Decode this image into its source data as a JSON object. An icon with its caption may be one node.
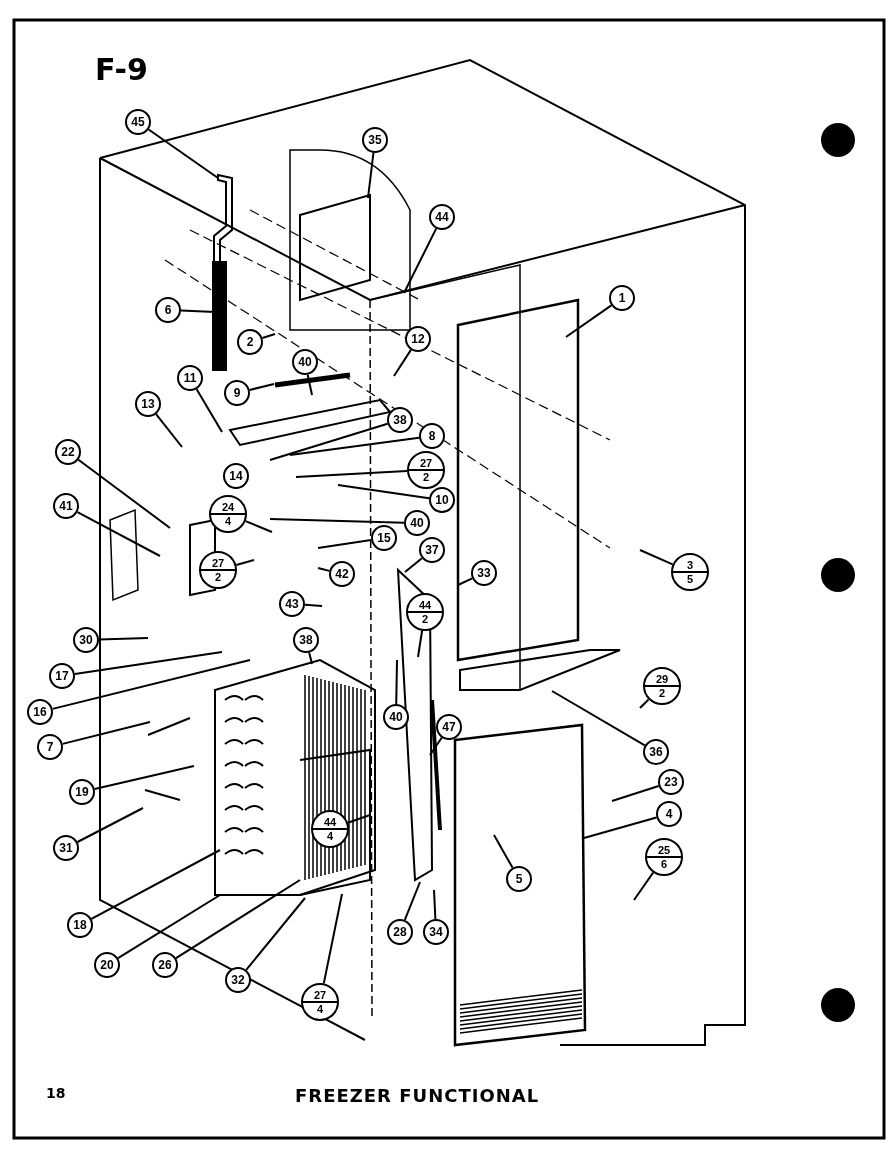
{
  "diagram": {
    "title": "F-9",
    "caption": "FREEZER FUNCTIONAL",
    "nodes": [
      {
        "text": [
          "45"
        ]
      },
      {
        "text": [
          "35"
        ]
      },
      {
        "text": [
          "44"
        ]
      },
      {
        "text": [
          "6"
        ]
      },
      {
        "text": [
          "1"
        ]
      },
      {
        "text": [
          "2"
        ]
      },
      {
        "text": [
          "40"
        ]
      },
      {
        "text": [
          "12"
        ]
      },
      {
        "text": [
          "9"
        ]
      },
      {
        "text": [
          "11"
        ]
      },
      {
        "text": [
          "13"
        ]
      },
      {
        "text": [
          "38"
        ]
      },
      {
        "text": [
          "8"
        ]
      },
      {
        "text": [
          "14"
        ]
      },
      {
        "text": [
          "27",
          "2"
        ]
      },
      {
        "text": [
          "10"
        ]
      },
      {
        "text": [
          "22"
        ]
      },
      {
        "text": [
          "41"
        ]
      },
      {
        "text": [
          "24",
          "4"
        ]
      },
      {
        "text": [
          "40"
        ]
      },
      {
        "text": [
          "15"
        ]
      },
      {
        "text": [
          "27",
          "2"
        ]
      },
      {
        "text": [
          "37"
        ]
      },
      {
        "text": [
          "33"
        ]
      },
      {
        "text": [
          "3",
          "5"
        ]
      },
      {
        "text": [
          "42"
        ]
      },
      {
        "text": [
          "43"
        ]
      },
      {
        "text": [
          "44",
          "2"
        ]
      },
      {
        "text": [
          "30"
        ]
      },
      {
        "text": [
          "38"
        ]
      },
      {
        "text": [
          "17"
        ]
      },
      {
        "text": [
          "16"
        ]
      },
      {
        "text": [
          "40"
        ]
      },
      {
        "text": [
          "29",
          "2"
        ]
      },
      {
        "text": [
          "47"
        ]
      },
      {
        "text": [
          "36"
        ]
      },
      {
        "text": [
          "7"
        ]
      },
      {
        "text": [
          "23"
        ]
      },
      {
        "text": [
          "19"
        ]
      },
      {
        "text": [
          "4"
        ]
      },
      {
        "text": [
          "31"
        ]
      },
      {
        "text": [
          "44",
          "4"
        ]
      },
      {
        "text": [
          "25",
          "6"
        ]
      },
      {
        "text": [
          "5"
        ]
      },
      {
        "text": [
          "18"
        ]
      },
      {
        "text": [
          "28"
        ]
      },
      {
        "text": [
          "34"
        ]
      },
      {
        "text": [
          "20"
        ]
      },
      {
        "text": [
          "26"
        ]
      },
      {
        "text": [
          "32"
        ]
      },
      {
        "text": [
          "27",
          "4"
        ]
      }
    ],
    "edges": [
      {
        "from": 0,
        "to": null,
        "arrow": "none"
      },
      {
        "from": 1,
        "to": null,
        "arrow": "none"
      },
      {
        "from": 2,
        "to": null,
        "arrow": "none"
      },
      {
        "from": 3,
        "to": null,
        "arrow": "none"
      },
      {
        "from": 4,
        "to": null,
        "arrow": "none"
      },
      {
        "from": 5,
        "to": null,
        "arrow": "none"
      },
      {
        "from": 6,
        "to": null,
        "arrow": "none"
      },
      {
        "from": 7,
        "to": null,
        "arrow": "none"
      },
      {
        "from": 8,
        "to": null,
        "arrow": "none"
      },
      {
        "from": 9,
        "to": null,
        "arrow": "none"
      },
      {
        "from": 10,
        "to": null,
        "arrow": "none"
      },
      {
        "from": 11,
        "to": null,
        "arrow": "none"
      },
      {
        "from": 12,
        "to": null,
        "arrow": "none"
      },
      {
        "from": 13,
        "to": null,
        "arrow": "none"
      },
      {
        "from": 14,
        "to": null,
        "arrow": "none"
      },
      {
        "from": 15,
        "to": null,
        "arrow": "none"
      },
      {
        "from": 16,
        "to": null,
        "arrow": "none"
      },
      {
        "from": 17,
        "to": null,
        "arrow": "none"
      },
      {
        "from": 18,
        "to": null,
        "arrow": "none"
      },
      {
        "from": 19,
        "to": null,
        "arrow": "none"
      },
      {
        "from": 20,
        "to": null,
        "arrow": "none"
      },
      {
        "from": 21,
        "to": null,
        "arrow": "none"
      },
      {
        "from": 22,
        "to": null,
        "arrow": "none"
      },
      {
        "from": 23,
        "to": null,
        "arrow": "none"
      },
      {
        "from": 24,
        "to": null,
        "arrow": "none"
      },
      {
        "from": 25,
        "to": null,
        "arrow": "none"
      },
      {
        "from": 26,
        "to": null,
        "arrow": "none"
      },
      {
        "from": 27,
        "to": null,
        "arrow": "none"
      },
      {
        "from": 28,
        "to": null,
        "arrow": "none"
      },
      {
        "from": 29,
        "to": null,
        "arrow": "none"
      },
      {
        "from": 30,
        "to": null,
        "arrow": "none"
      },
      {
        "from": 31,
        "to": null,
        "arrow": "none"
      },
      {
        "from": 32,
        "to": null,
        "arrow": "none"
      },
      {
        "from": 33,
        "to": null,
        "arrow": "none"
      },
      {
        "from": 34,
        "to": null,
        "arrow": "none"
      },
      {
        "from": 35,
        "to": null,
        "arrow": "none"
      },
      {
        "from": 36,
        "to": null,
        "arrow": "none"
      },
      {
        "from": 37,
        "to": null,
        "arrow": "none"
      },
      {
        "from": 38,
        "to": null,
        "arrow": "none"
      },
      {
        "from": 39,
        "to": null,
        "arrow": "none"
      },
      {
        "from": 40,
        "to": null,
        "arrow": "none"
      },
      {
        "from": 41,
        "to": null,
        "arrow": "none"
      },
      {
        "from": 42,
        "to": null,
        "arrow": "none"
      },
      {
        "from": 43,
        "to": null,
        "arrow": "none"
      },
      {
        "from": 44,
        "to": null,
        "arrow": "none"
      },
      {
        "from": 45,
        "to": null,
        "arrow": "none"
      },
      {
        "from": 46,
        "to": null,
        "arrow": "none"
      },
      {
        "from": 47,
        "to": null,
        "arrow": "none"
      },
      {
        "from": 48,
        "to": null,
        "arrow": "none"
      },
      {
        "from": 49,
        "to": null,
        "arrow": "none"
      },
      {
        "from": 50,
        "to": null,
        "arrow": "none"
      }
    ],
    "labels": [
      "18"
    ]
  }
}
